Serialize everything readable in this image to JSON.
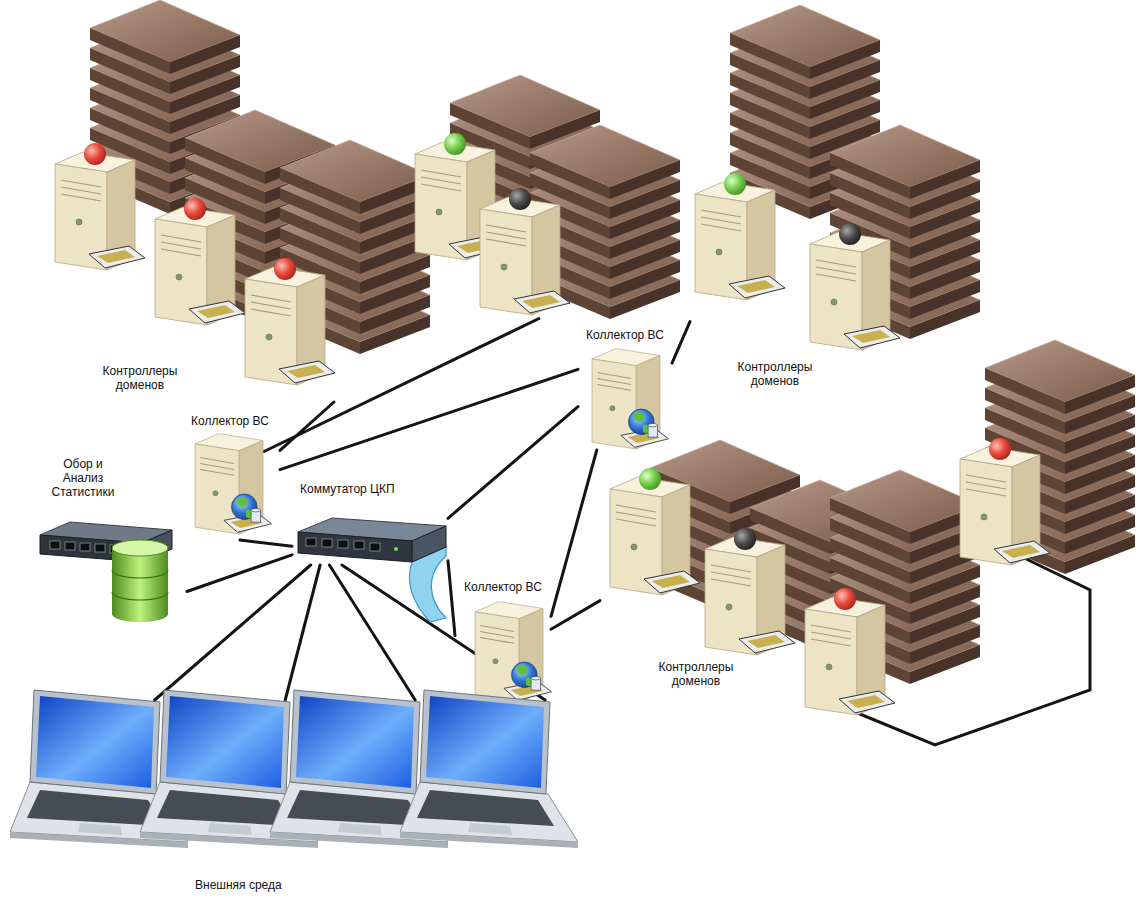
{
  "diagram": {
    "nodes": [
      {
        "text": [
          "Контроллеры доменов"
        ]
      },
      {
        "text": [
          "Коллектор ВС"
        ]
      },
      {
        "text": [
          "Контроллеры доменов"
        ]
      },
      {
        "text": [
          "Коллектор ВС"
        ]
      },
      {
        "text": [
          "Обор и Анализ Статистики"
        ]
      },
      {
        "text": [
          "Коммутатор ЦКП"
        ]
      },
      {
        "text": [
          "Коллектор ВС"
        ]
      },
      {
        "text": [
          "Контроллеры доменов"
        ]
      },
      {
        "text": [
          "Внешняя среда"
        ]
      }
    ],
    "edges": [
      {
        "from": 0,
        "to": 3,
        "arrow": "none"
      },
      {
        "from": 3,
        "to": 1,
        "arrow": "none"
      },
      {
        "from": 2,
        "to": 1,
        "arrow": "none"
      },
      {
        "from": 3,
        "to": 5,
        "arrow": "none"
      },
      {
        "from": 5,
        "to": 1,
        "arrow": "none"
      },
      {
        "from": 1,
        "to": 6,
        "arrow": "none"
      },
      {
        "from": 6,
        "to": 5,
        "arrow": "none"
      },
      {
        "from": 6,
        "to": 7,
        "arrow": "none"
      },
      {
        "from": 5,
        "to": 4,
        "arrow": "none"
      },
      {
        "from": 5,
        "to": 8,
        "arrow": "none"
      }
    ]
  }
}
